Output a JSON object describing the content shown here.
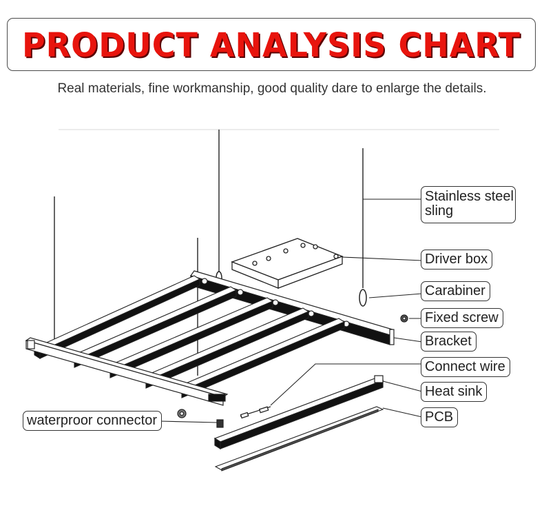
{
  "header": {
    "title": "PRODUCT ANALYSIS CHART",
    "subtitle": "Real materials, fine workmanship, good quality dare to enlarge the details."
  },
  "labels": {
    "sling_line1": "Stainless steel",
    "sling_line2": "sling",
    "driver_box": "Driver box",
    "carabiner": "Carabiner",
    "fixed_screw": "Fixed screw",
    "bracket": "Bracket",
    "connect_wire": "Connect wire",
    "heat_sink": "Heat sink",
    "pcb": "PCB",
    "waterproof_connector": "waterproor connector"
  },
  "colors": {
    "title_red": "#e8140d",
    "text": "#333333",
    "line": "#222222",
    "bar_dark": "#111111"
  }
}
